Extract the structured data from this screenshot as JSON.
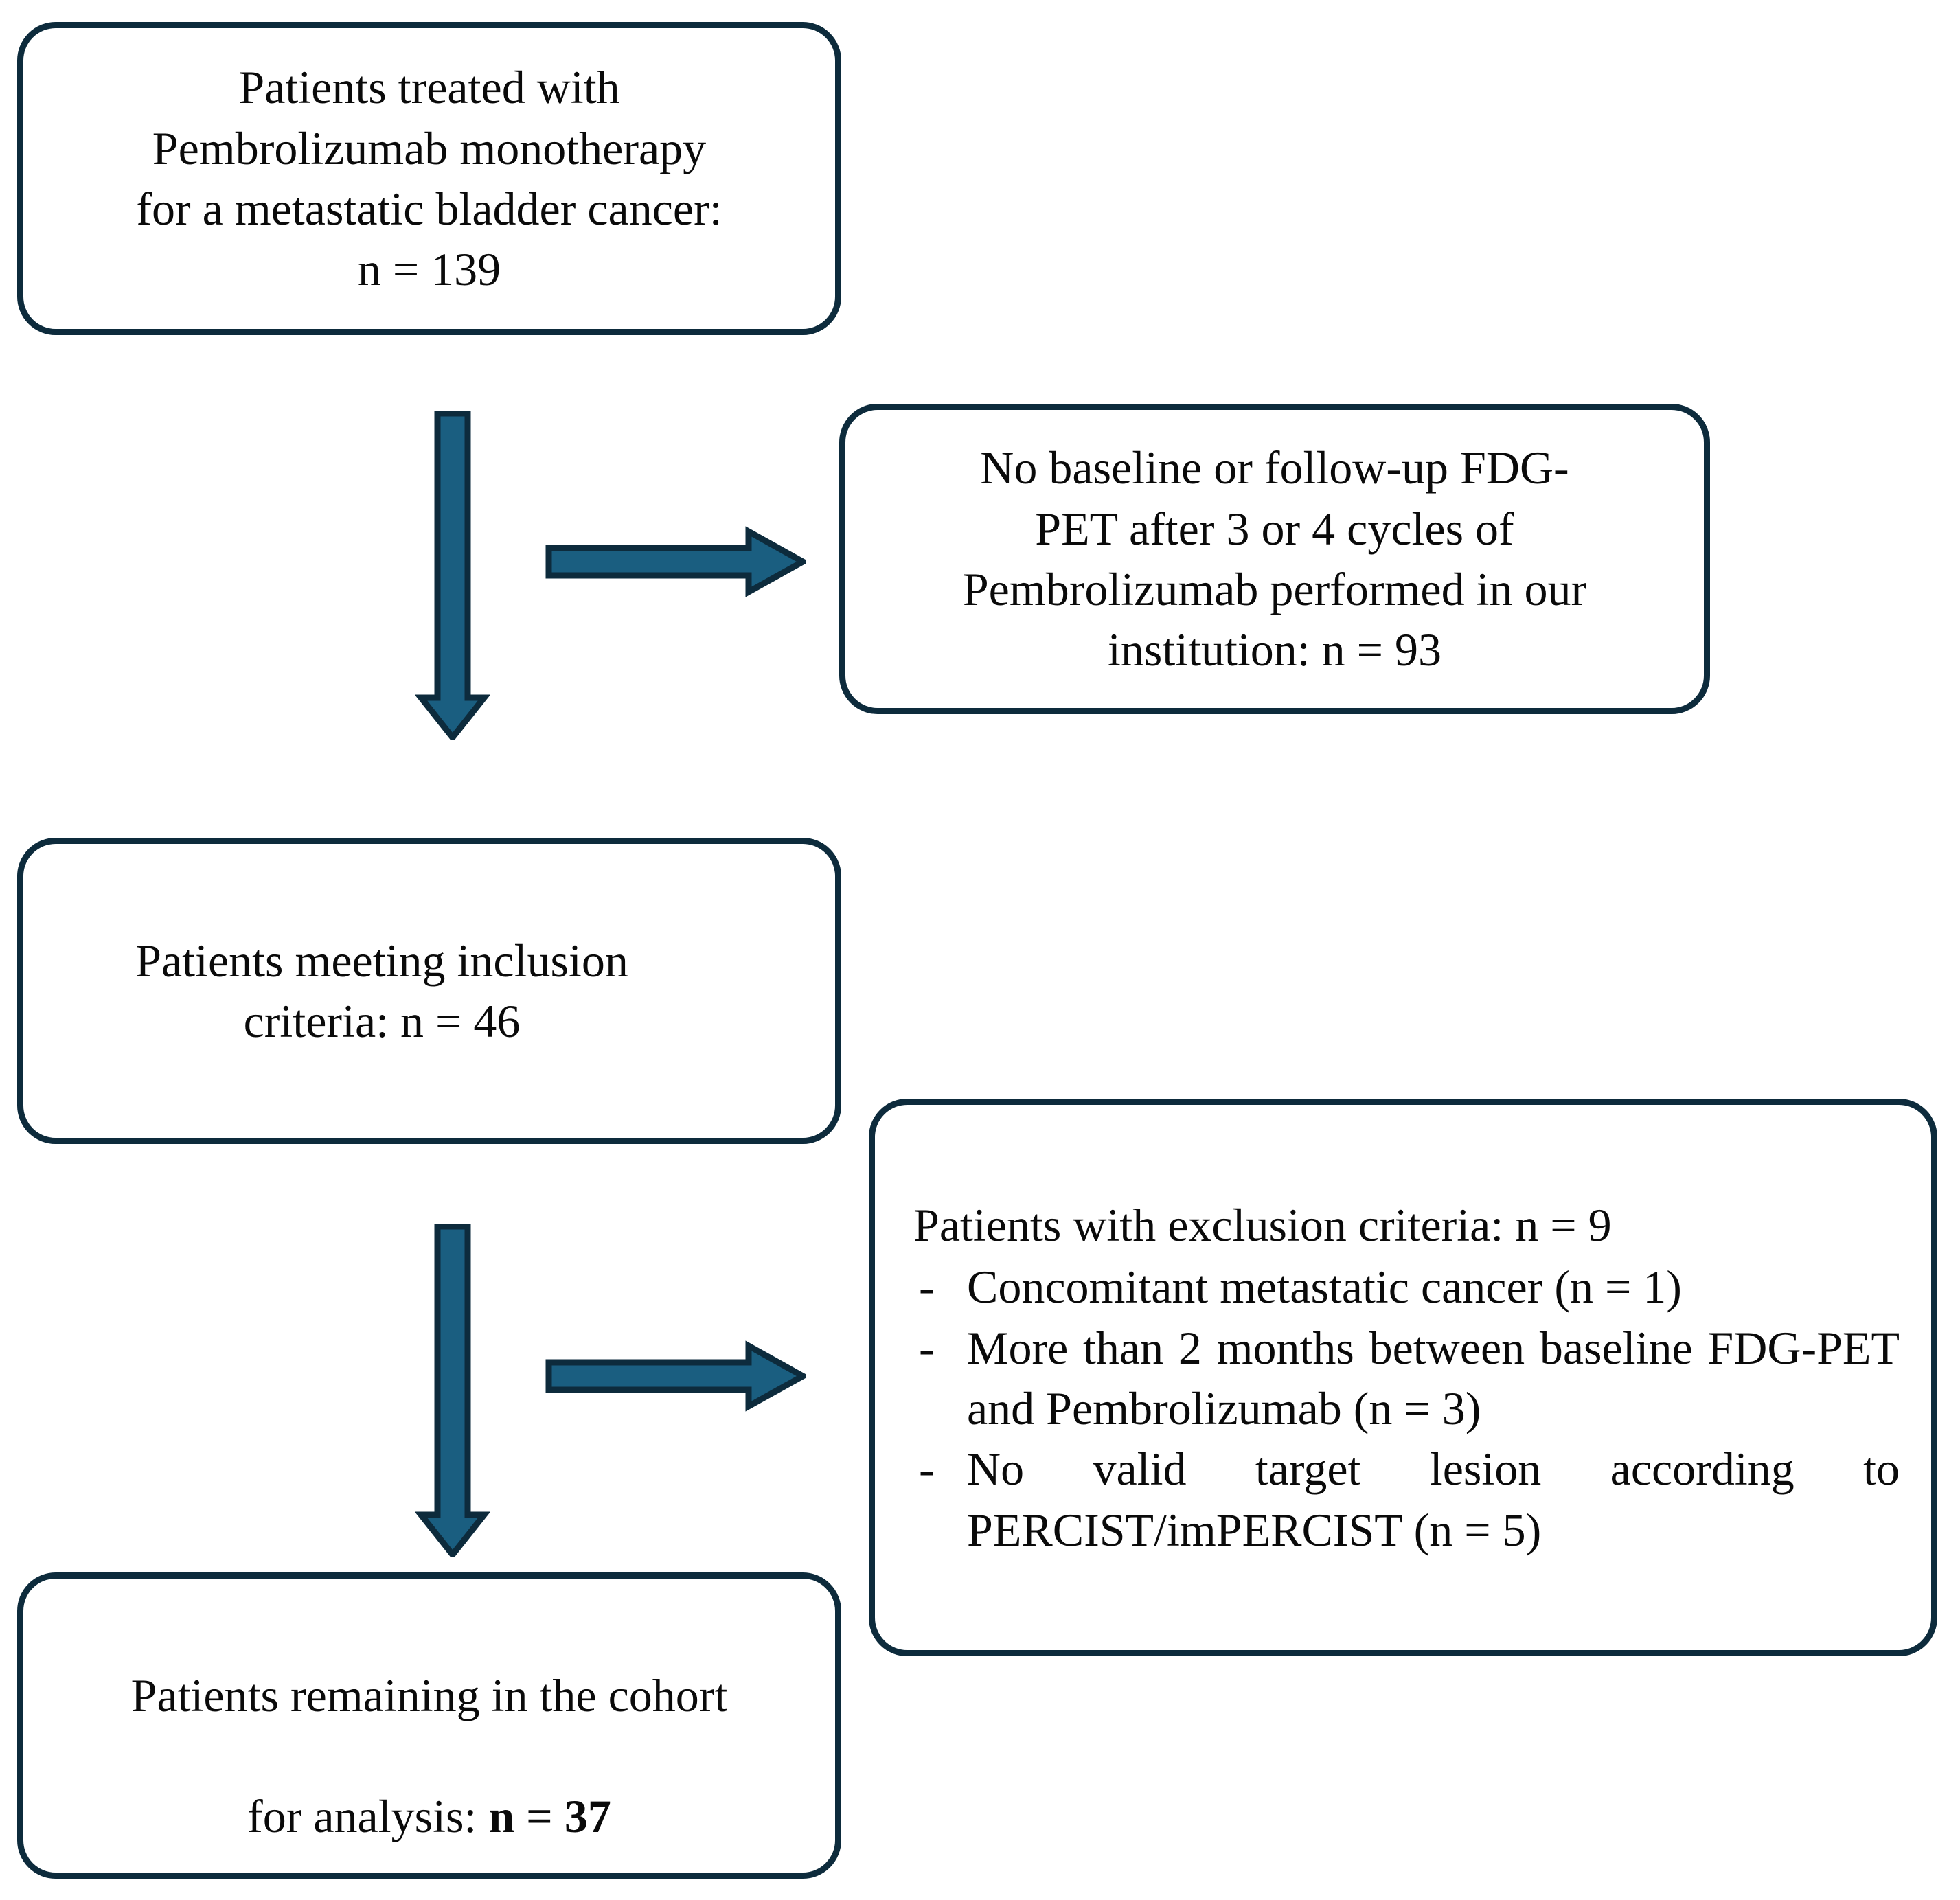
{
  "figure": {
    "type": "flowchart",
    "orientation": "top-to-bottom",
    "accent_fill": "#1a5e80",
    "accent_stroke": "#0d2b3c",
    "box_border_color": "#0d2b3c",
    "box_fill": "#ffffff",
    "text_color": "#0a0a0a"
  },
  "nodes": {
    "treated": {
      "id": "patients-treated",
      "text": "Patients treated with\nPembrolizumab monotherapy\nfor a metastatic bladder cancer:\nn = 139",
      "n": 139
    },
    "no_pet": {
      "id": "no-baseline-followup-fdg-pet",
      "text": "No baseline or follow-up FDG-\nPET after 3 or 4 cycles of\nPembrolizumab performed in our\ninstitution: n = 93",
      "n": 93
    },
    "inclusion": {
      "id": "patients-meeting-inclusion-criteria",
      "text": "Patients meeting inclusion\ncriteria: n = 46",
      "n": 46
    },
    "exclusion": {
      "id": "patients-with-exclusion-criteria",
      "heading": "Patients with exclusion criteria: n = 9",
      "n": 9,
      "bullet_marker": "-",
      "items": [
        {
          "text": "Concomitant metastatic cancer (n = 1)",
          "n": 1
        },
        {
          "text": "More than 2 months between baseline FDG-PET and Pembrolizumab (n = 3)",
          "n": 3
        },
        {
          "text": "No valid target lesion according to PERCIST/imPERCIST (n = 5)",
          "n": 5
        }
      ]
    },
    "cohort": {
      "id": "patients-remaining-in-cohort",
      "line1": "Patients remaining in the cohort",
      "line2_prefix": "for analysis: ",
      "line2_bold": "n = 37",
      "n": 37
    }
  },
  "arrows": [
    {
      "id": "arrow-treated-to-inclusion",
      "direction": "down",
      "from": "treated",
      "to": "inclusion"
    },
    {
      "id": "arrow-treated-to-no-pet",
      "direction": "right",
      "from": "treated",
      "to": "no_pet"
    },
    {
      "id": "arrow-inclusion-to-cohort",
      "direction": "down",
      "from": "inclusion",
      "to": "cohort"
    },
    {
      "id": "arrow-inclusion-to-exclusion",
      "direction": "right",
      "from": "inclusion",
      "to": "exclusion"
    }
  ]
}
